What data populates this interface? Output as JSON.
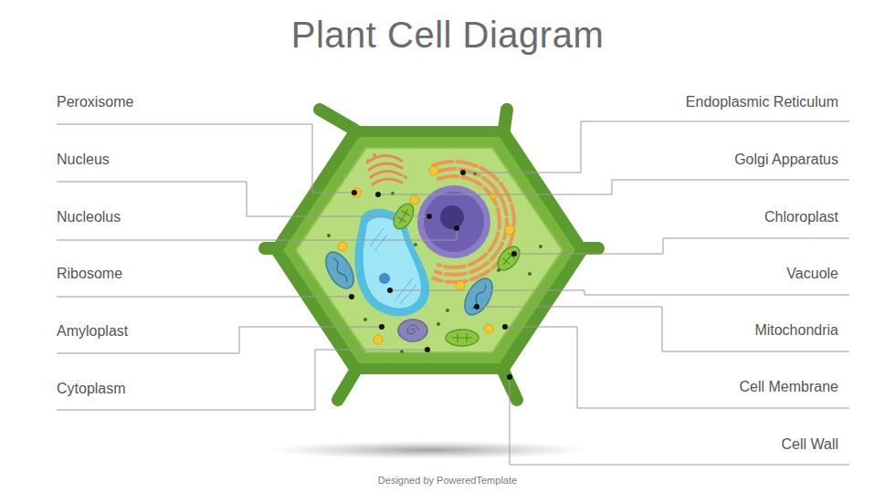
{
  "diagram": {
    "title": "Plant Cell Diagram",
    "caption": "Designed by PoweredTemplate",
    "labels": [
      "Peroxisome",
      "Endoplasmic Reticulum",
      "Nucleus",
      "Golgi Apparatus",
      "Nucleolus",
      "Chloroplast",
      "Ribosome",
      "Vacuole",
      "Amyloplast",
      "Mitochondria",
      "Cytoplasm",
      "Cell Membrane",
      "Cell Wall"
    ]
  }
}
